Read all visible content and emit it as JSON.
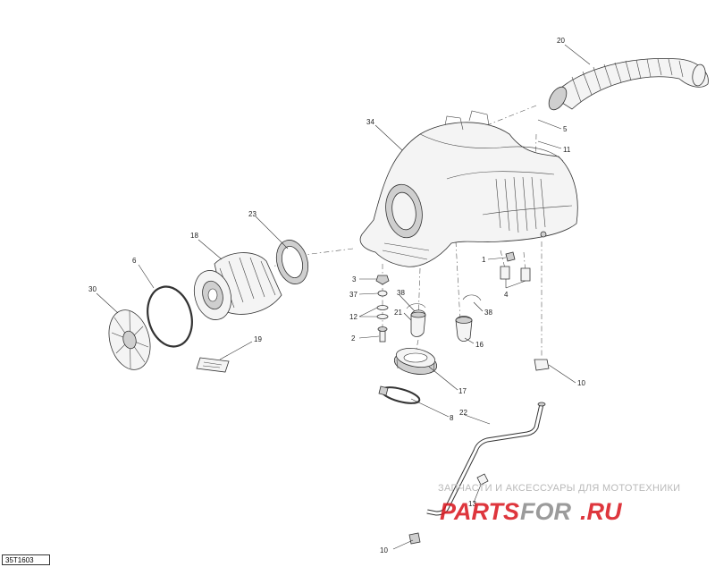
{
  "diagram_code": "35T1603",
  "watermark": {
    "subtitle": "ЗАПЧАСТИ И АКСЕССУАРЫ ДЛЯ МОТОТЕХНИКИ",
    "logo_text": "PARTSFOR.RU",
    "colors": {
      "logo_red": "#d9141c",
      "logo_gray": "#8a8a8a",
      "text_gray": "#b9b9b9"
    }
  },
  "callouts": {
    "c20": "20",
    "c5": "5",
    "c11": "11",
    "c34": "34",
    "c23": "23",
    "c18": "18",
    "c6": "6",
    "c30": "30",
    "c3": "3",
    "c37": "37",
    "c38a": "38",
    "c38b": "38",
    "c12": "12",
    "c2": "2",
    "c21": "21",
    "c19": "19",
    "c1": "1",
    "c4": "4",
    "c16": "16",
    "c10a": "10",
    "c17": "17",
    "c22": "22",
    "c8": "8",
    "c13": "13",
    "c10b": "10"
  }
}
